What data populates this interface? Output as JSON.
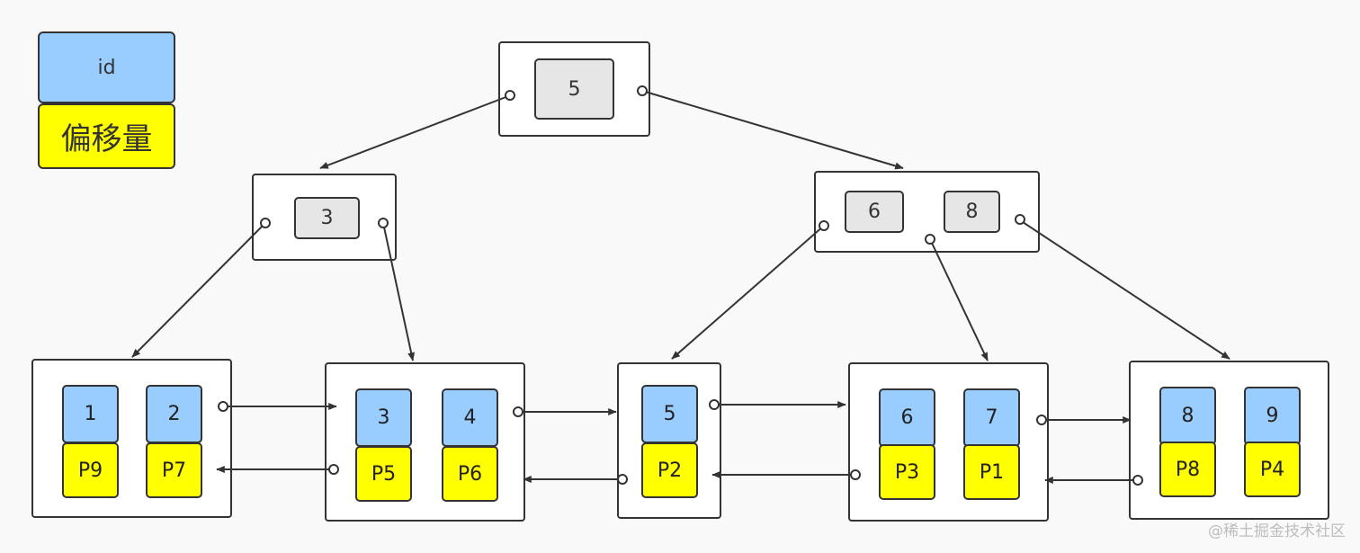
{
  "legend": {
    "id_label": "id",
    "offset_label": "偏移量"
  },
  "root": {
    "key": "5"
  },
  "internal_left": {
    "key": "3"
  },
  "internal_right": {
    "keys": [
      "6",
      "8"
    ]
  },
  "leaves": [
    {
      "entries": [
        {
          "id": "1",
          "ptr": "P9"
        },
        {
          "id": "2",
          "ptr": "P7"
        }
      ]
    },
    {
      "entries": [
        {
          "id": "3",
          "ptr": "P5"
        },
        {
          "id": "4",
          "ptr": "P6"
        }
      ]
    },
    {
      "entries": [
        {
          "id": "5",
          "ptr": "P2"
        }
      ]
    },
    {
      "entries": [
        {
          "id": "6",
          "ptr": "P3"
        },
        {
          "id": "7",
          "ptr": "P1"
        }
      ]
    },
    {
      "entries": [
        {
          "id": "8",
          "ptr": "P8"
        },
        {
          "id": "9",
          "ptr": "P4"
        }
      ]
    }
  ],
  "watermark": "@稀土掘金技术社区",
  "colors": {
    "id_fill": "#99ccff",
    "offset_fill": "#ffff00",
    "key_fill": "#e6e6e6",
    "line": "#333333"
  }
}
